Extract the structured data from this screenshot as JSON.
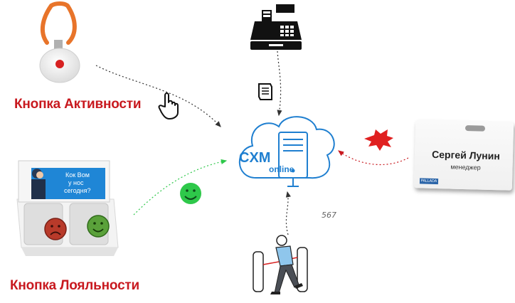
{
  "activity": {
    "label": "Кнопка Активности"
  },
  "loyalty": {
    "label": "Кнопка Лояльности",
    "screen_text": "Кок Вом у нос сегодня?"
  },
  "hub": {
    "line1": "CXM",
    "line2": "online"
  },
  "badge": {
    "name": "Сергей Лунин",
    "role": "менеджер",
    "logo": "PALLADA"
  },
  "turnstile": {
    "count": "567"
  },
  "colors": {
    "red": "#c8191f",
    "blue": "#1f7fd0",
    "green": "#2ec84a"
  }
}
